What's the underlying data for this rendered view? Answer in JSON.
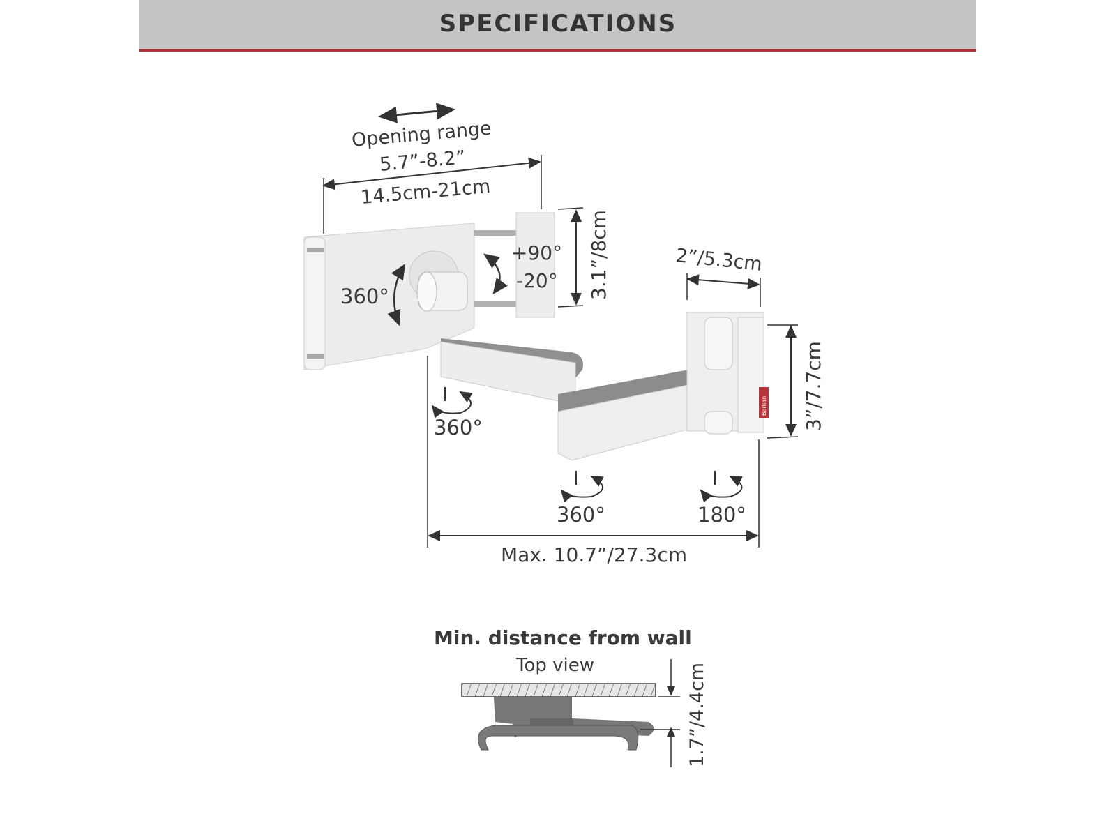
{
  "header": {
    "title": "SPECIFICATIONS"
  },
  "colors": {
    "header_bg": "#c3c4c6",
    "accent_red": "#b3353a",
    "text": "#3a3a3a",
    "part_light": "#ececec",
    "part_dark": "#8c8c8c"
  },
  "diagram": {
    "opening_range_label": "Opening range",
    "opening_range_in": "5.7”-8.2”",
    "opening_range_cm": "14.5cm-21cm",
    "holder_height": "3.1”/8cm",
    "tilt_up": "+90°",
    "tilt_down": "-20°",
    "rotation": "360°",
    "wall_plate_width": "2”/5.3cm",
    "wall_plate_height": "3”/7.7cm",
    "swivel_1": "360°",
    "swivel_2": "360°",
    "swivel_3": "180°",
    "max_extension": "Max. 10.7”/27.3cm",
    "brand": "Barkan"
  },
  "top_view": {
    "title": "Min. distance from wall",
    "subtitle": "Top view",
    "distance": "1.7”/4.4cm"
  }
}
